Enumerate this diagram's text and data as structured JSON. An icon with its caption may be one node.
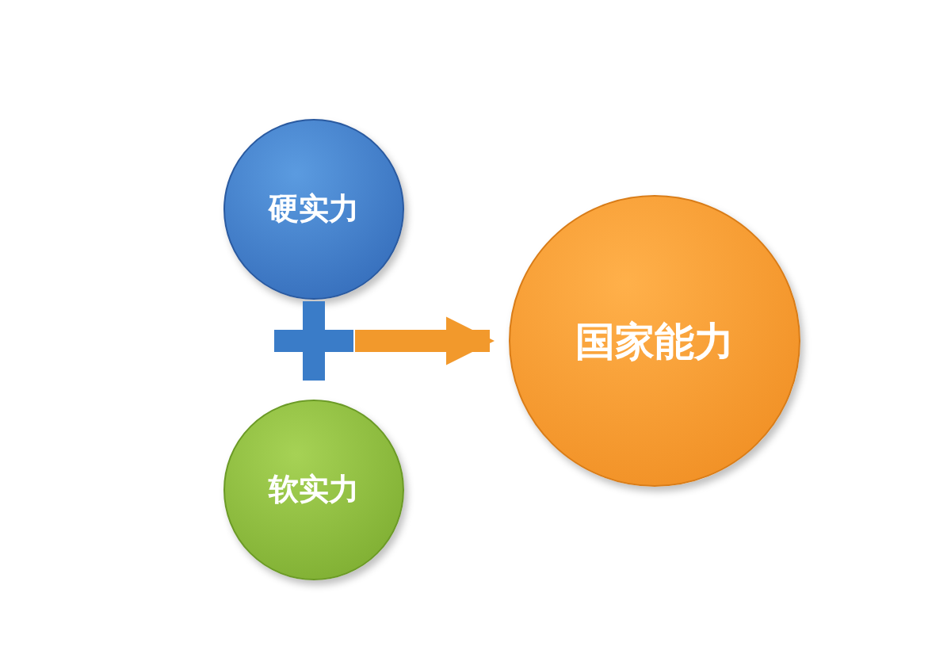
{
  "diagram": {
    "nodes": [
      {
        "text": [
          "硬实力"
        ]
      },
      {
        "text": [],
        "shape": "plus"
      },
      {
        "text": [
          "软实力"
        ]
      },
      {
        "text": [
          "国家能力"
        ]
      }
    ],
    "edges": [
      {
        "from": 1,
        "to": 3,
        "arrow": "to"
      }
    ]
  }
}
